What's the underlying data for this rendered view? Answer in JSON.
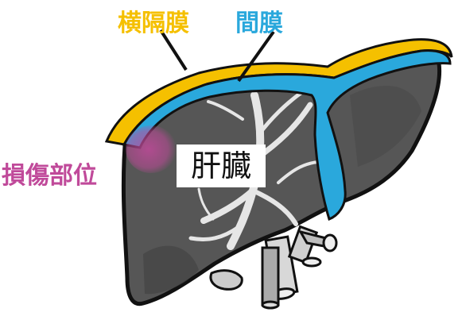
{
  "labels": {
    "diaphragm": "横隔膜",
    "mesentery": "間膜",
    "injury_site": "損傷部位",
    "liver": "肝臓"
  },
  "colors": {
    "diaphragm": "#f5c000",
    "mesentery": "#2aa8dc",
    "injury_site": "#c04a9a",
    "liver_fill": "#565656",
    "liver_outline": "#111111",
    "vessels": "#e6e6e6"
  }
}
